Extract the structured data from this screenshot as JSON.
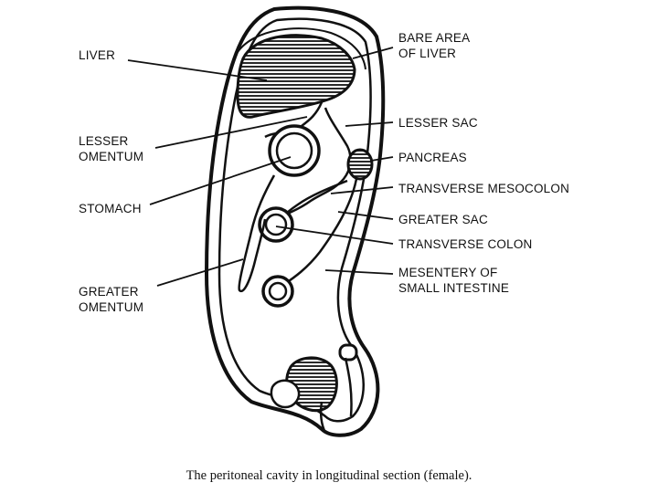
{
  "labels": {
    "liver": "LIVER",
    "bare_area_1": "BARE AREA",
    "bare_area_2": "OF LIVER",
    "lesser_sac": "LESSER SAC",
    "lesser_omentum_1": "LESSER",
    "lesser_omentum_2": "OMENTUM",
    "pancreas": "PANCREAS",
    "stomach": "STOMACH",
    "transverse_mesocolon": "TRANSVERSE MESOCOLON",
    "greater_sac": "GREATER SAC",
    "transverse_colon": "TRANSVERSE COLON",
    "mesentery_1": "MESENTERY OF",
    "mesentery_2": "SMALL INTESTINE",
    "greater_omentum_1": "GREATER",
    "greater_omentum_2": "OMENTUM"
  },
  "caption": "The peritoneal cavity in longitudinal section (female).",
  "colors": {
    "ink": "#111111",
    "paper": "#ffffff"
  }
}
